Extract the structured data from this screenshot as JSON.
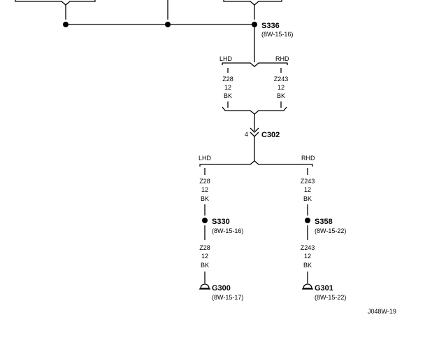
{
  "splice_top": {
    "id": "S336",
    "ref": "(8W-15-16)"
  },
  "upper_branch": {
    "left": {
      "side": "LHD",
      "wire": "Z28",
      "gauge": "12",
      "color": "BK"
    },
    "right": {
      "side": "RHD",
      "wire": "Z243",
      "gauge": "12",
      "color": "BK"
    }
  },
  "connector": {
    "pin": "4",
    "id": "C302"
  },
  "lower_branch": {
    "left_side": "LHD",
    "right_side": "RHD",
    "left": {
      "wire_a": {
        "wire": "Z28",
        "gauge": "12",
        "color": "BK"
      },
      "splice": {
        "id": "S330",
        "ref": "(8W-15-16)"
      },
      "wire_b": {
        "wire": "Z28",
        "gauge": "12",
        "color": "BK"
      },
      "ground": {
        "id": "G300",
        "ref": "(8W-15-17)"
      }
    },
    "right": {
      "wire_a": {
        "wire": "Z243",
        "gauge": "12",
        "color": "BK"
      },
      "splice": {
        "id": "S358",
        "ref": "(8W-15-22)"
      },
      "wire_b": {
        "wire": "Z243",
        "gauge": "12",
        "color": "BK"
      },
      "ground": {
        "id": "G301",
        "ref": "(8W-15-22)"
      }
    }
  },
  "figure_id": "J048W-19"
}
